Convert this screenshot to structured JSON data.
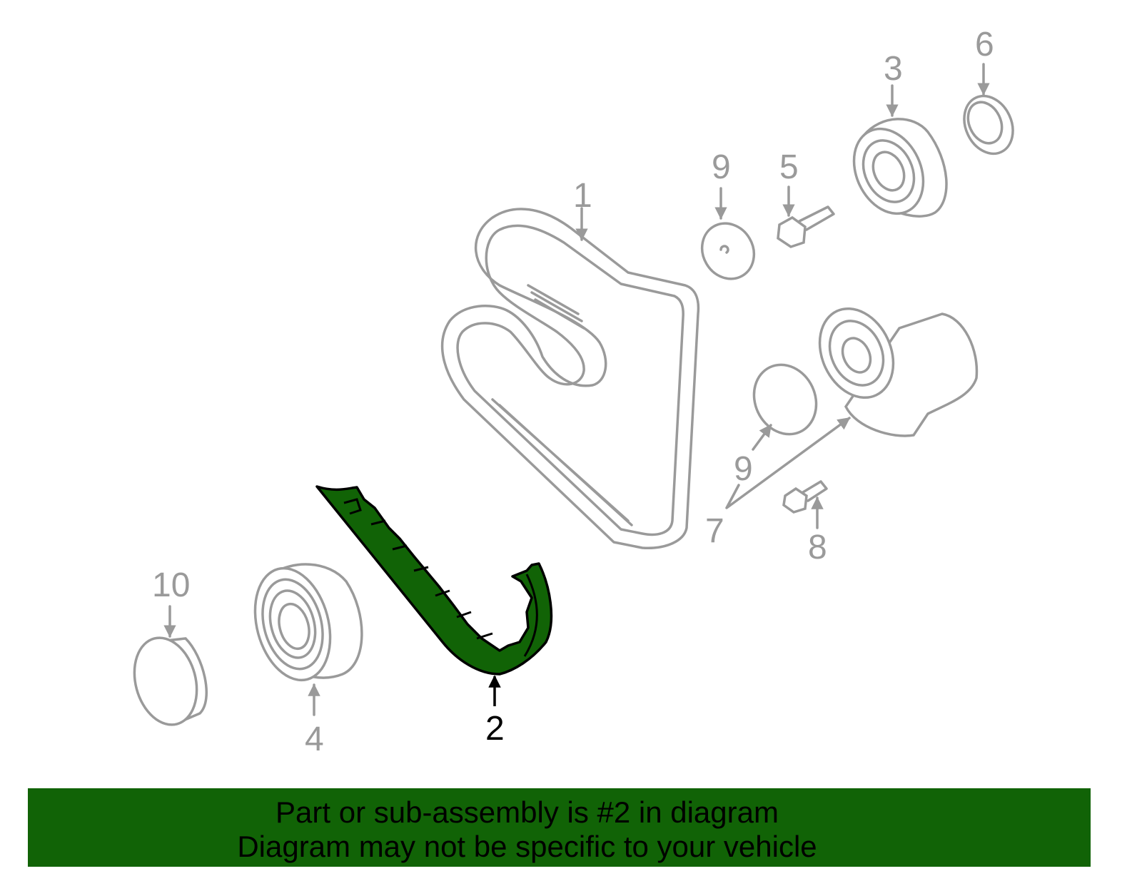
{
  "callouts": {
    "c1": "1",
    "c2": "2",
    "c3": "3",
    "c4": "4",
    "c5": "5",
    "c6": "6",
    "c7": "7",
    "c8": "8",
    "c9a": "9",
    "c9b": "9",
    "c10": "10"
  },
  "selected_part": "2",
  "colors": {
    "highlight": "#116306",
    "line": "#9a9a9a"
  },
  "banner": {
    "line1": "Part or sub-assembly is #2 in diagram",
    "line2": "Diagram may not be specific to your vehicle"
  }
}
